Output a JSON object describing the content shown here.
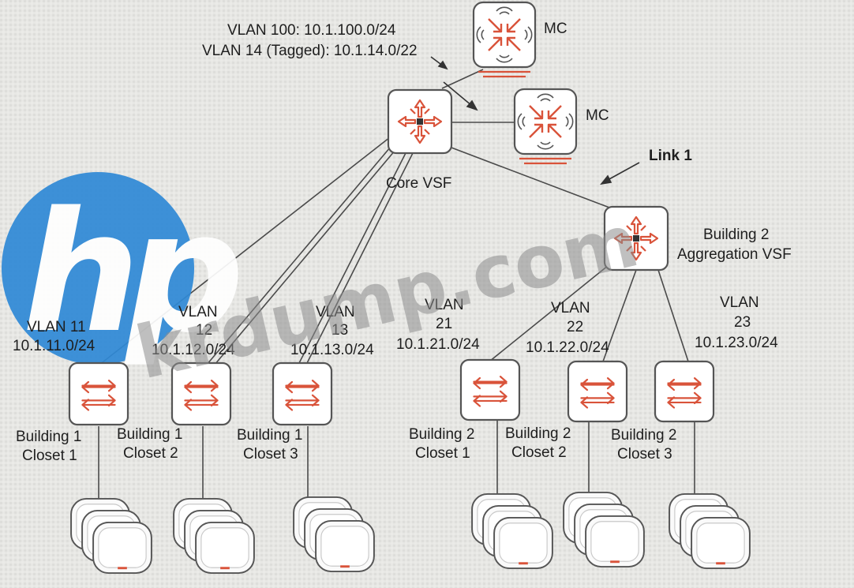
{
  "header_notes": {
    "vlan_100": "VLAN  100: 10.1.100.0/24",
    "vlan_14": "VLAN 14 (Tagged): 10.1.14.0/22"
  },
  "controllers": [
    {
      "label": "MC"
    },
    {
      "label": "MC"
    }
  ],
  "core": {
    "label": "Core VSF"
  },
  "link1": {
    "label": "Link 1"
  },
  "aggregation": {
    "line1": "Building 2",
    "line2": "Aggregation VSF"
  },
  "closets": [
    {
      "vlan_line1": "VLAN 11",
      "vlan_line2": "",
      "subnet": "10.1.11.0/24",
      "bldg": "Building 1",
      "closet": "Closet 1"
    },
    {
      "vlan_line1": "VLAN",
      "vlan_line2": "12",
      "subnet": "10.1.12.0/24",
      "bldg": "Building 1",
      "closet": "Closet 2"
    },
    {
      "vlan_line1": "VLAN",
      "vlan_line2": "13",
      "subnet": "10.1.13.0/24",
      "bldg": "Building 1",
      "closet": "Closet 3"
    },
    {
      "vlan_line1": "VLAN",
      "vlan_line2": "21",
      "subnet": "10.1.21.0/24",
      "bldg": "Building 2",
      "closet": "Closet 1"
    },
    {
      "vlan_line1": "VLAN",
      "vlan_line2": "22",
      "subnet": "10.1.22.0/24",
      "bldg": "Building 2",
      "closet": "Closet 2"
    },
    {
      "vlan_line1": "VLAN",
      "vlan_line2": "23",
      "subnet": "10.1.23.0/24",
      "bldg": "Building 2",
      "closet": "Closet 3"
    }
  ],
  "watermark": {
    "logo_text": "hp",
    "site_text": "krdump.com"
  },
  "colors": {
    "accent": "#d9533a",
    "logo_blue": "#2f89d6",
    "line": "#4a4a4a"
  }
}
